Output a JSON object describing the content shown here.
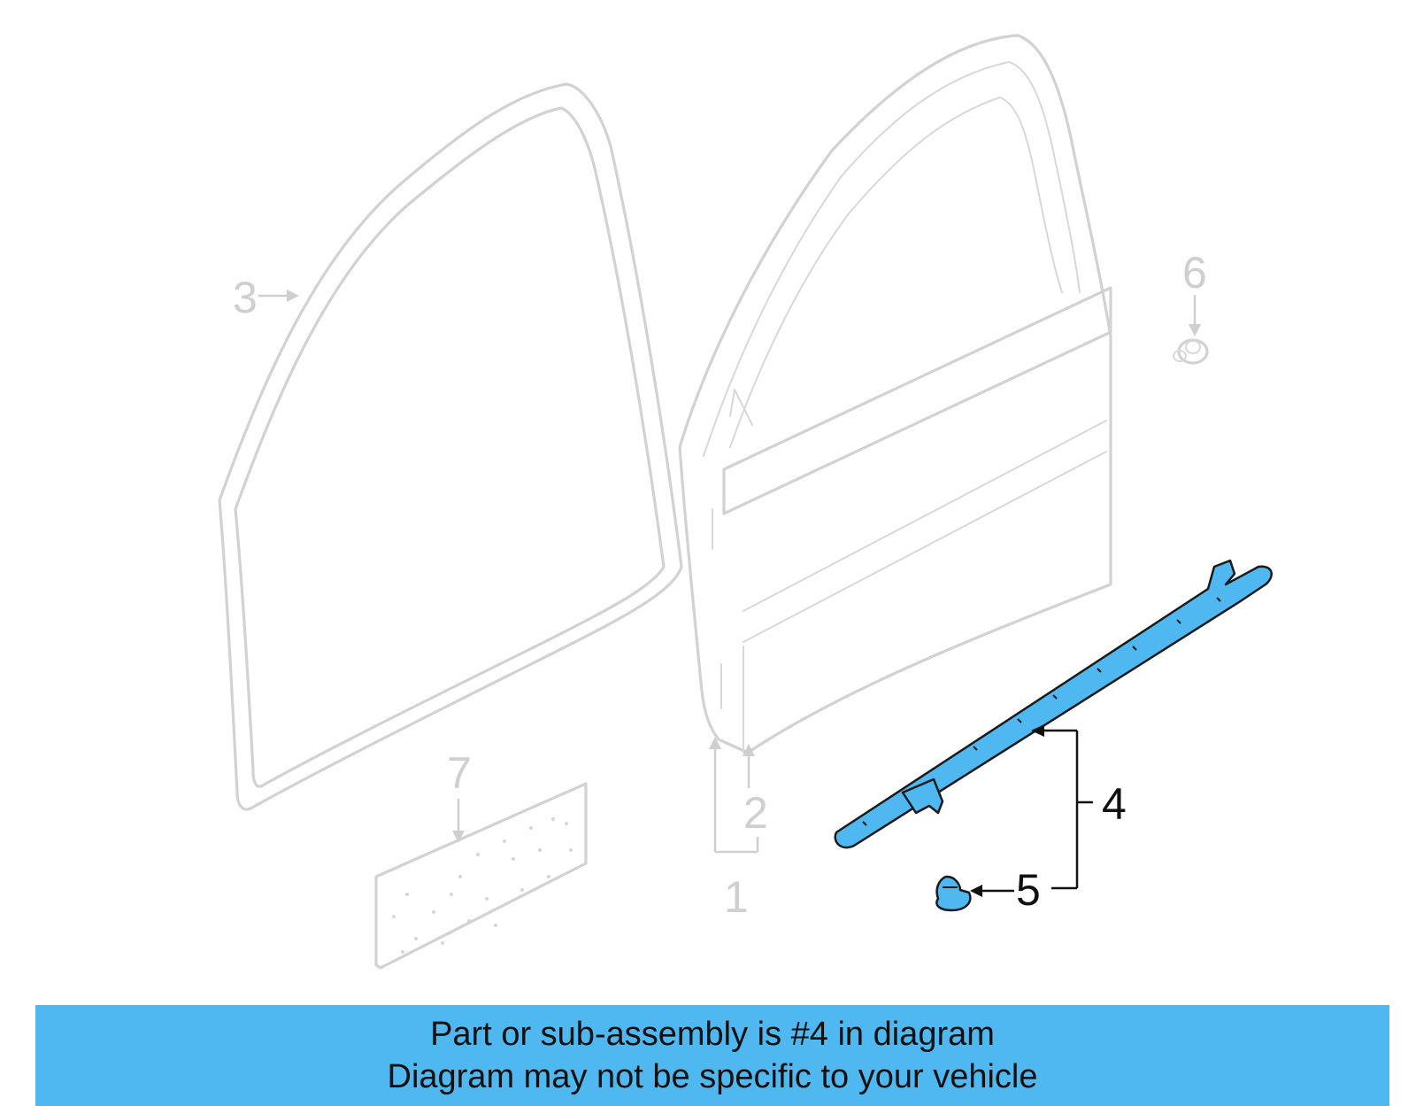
{
  "diagram": {
    "callouts": [
      {
        "id": "1",
        "label": "1",
        "highlighted": false
      },
      {
        "id": "2",
        "label": "2",
        "highlighted": false
      },
      {
        "id": "3",
        "label": "3",
        "highlighted": false
      },
      {
        "id": "4",
        "label": "4",
        "highlighted": true
      },
      {
        "id": "5",
        "label": "5",
        "highlighted": true
      },
      {
        "id": "6",
        "label": "6",
        "highlighted": false
      },
      {
        "id": "7",
        "label": "7",
        "highlighted": false
      }
    ],
    "highlight_color": "#4fb8f0",
    "muted_color": "#cfcfcf"
  },
  "banner": {
    "line1": "Part or sub-assembly is #4 in diagram",
    "line2": "Diagram may not be specific to your vehicle",
    "background": "#4fb8f0"
  }
}
